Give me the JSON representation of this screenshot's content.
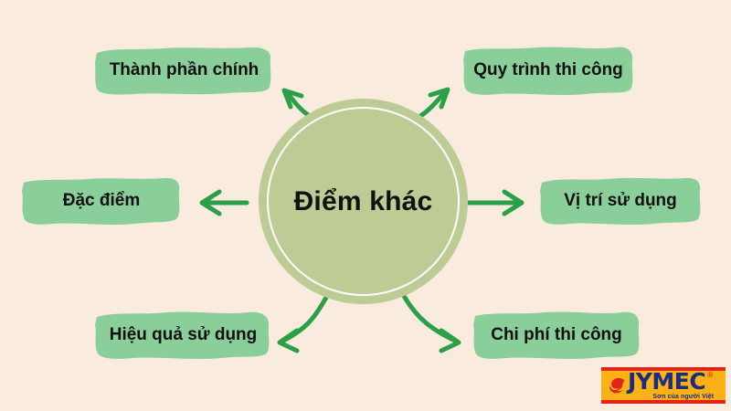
{
  "background_color": "#f9ebdd",
  "theme": {
    "circle_fill": "#bdcb94",
    "circle_ring": "#ffffff",
    "brush_fill": "#8ace9a",
    "arrow_color": "#2ba049",
    "text_color": "#111111"
  },
  "center": {
    "label": "Điểm khác"
  },
  "branches": [
    {
      "id": "thanh-phan-chinh",
      "label": "Thành phần chính",
      "position": "top-left"
    },
    {
      "id": "quy-trinh-thi-cong",
      "label": "Quy trình thi công",
      "position": "top-right"
    },
    {
      "id": "dac-diem",
      "label": "Đặc điểm",
      "position": "left"
    },
    {
      "id": "vi-tri-su-dung",
      "label": "Vị trí sử dụng",
      "position": "right"
    },
    {
      "id": "hieu-qua-su-dung",
      "label": "Hiệu quả sử dụng",
      "position": "bottom-left"
    },
    {
      "id": "chi-phi-thi-cong",
      "label": "Chi phí thi công",
      "position": "bottom-right"
    }
  ],
  "logo": {
    "word": "JYMEC",
    "registered_mark": "®",
    "tagline": "Sơn của người Việt",
    "bg_color": "#fcb116",
    "bar_color": "#e3241b",
    "word_color": "#1b2d80"
  }
}
